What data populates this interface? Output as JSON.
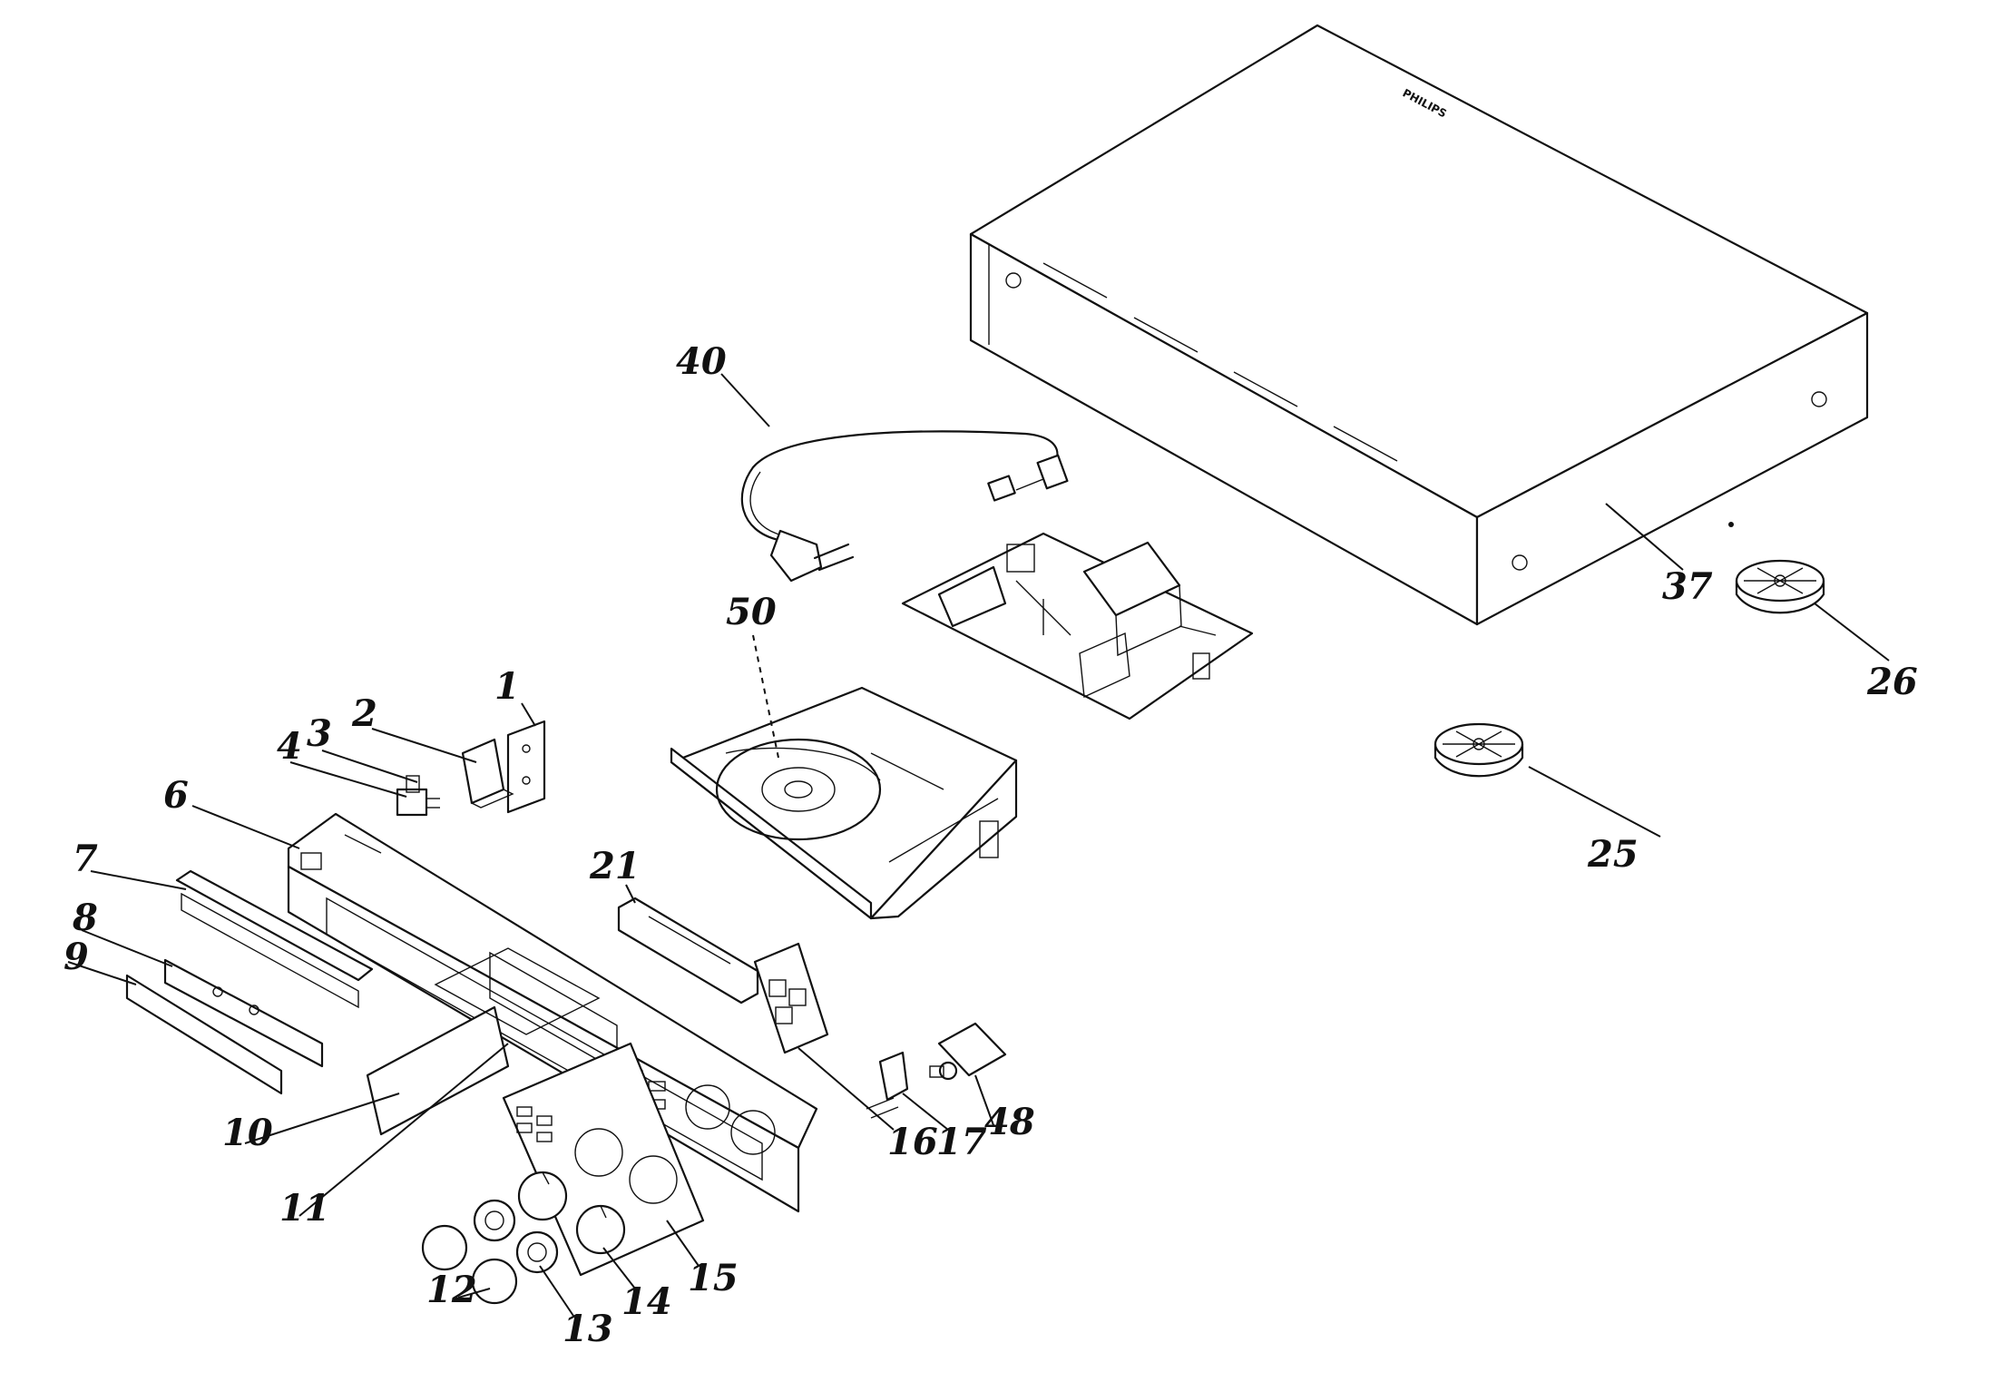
{
  "brand_text": "PHILIPS",
  "callouts": [
    {
      "id": "1",
      "label": "1"
    },
    {
      "id": "2",
      "label": "2"
    },
    {
      "id": "3",
      "label": "3"
    },
    {
      "id": "4",
      "label": "4"
    },
    {
      "id": "6",
      "label": "6"
    },
    {
      "id": "7",
      "label": "7"
    },
    {
      "id": "8",
      "label": "8"
    },
    {
      "id": "9",
      "label": "9"
    },
    {
      "id": "10",
      "label": "10"
    },
    {
      "id": "11",
      "label": "11"
    },
    {
      "id": "12",
      "label": "12"
    },
    {
      "id": "13",
      "label": "13"
    },
    {
      "id": "14",
      "label": "14"
    },
    {
      "id": "15",
      "label": "15"
    },
    {
      "id": "16",
      "label": "16"
    },
    {
      "id": "17",
      "label": "17"
    },
    {
      "id": "21",
      "label": "21"
    },
    {
      "id": "25",
      "label": "25"
    },
    {
      "id": "26",
      "label": "26"
    },
    {
      "id": "37",
      "label": "37"
    },
    {
      "id": "40",
      "label": "40"
    },
    {
      "id": "48",
      "label": "48"
    },
    {
      "id": "50",
      "label": "50"
    }
  ]
}
